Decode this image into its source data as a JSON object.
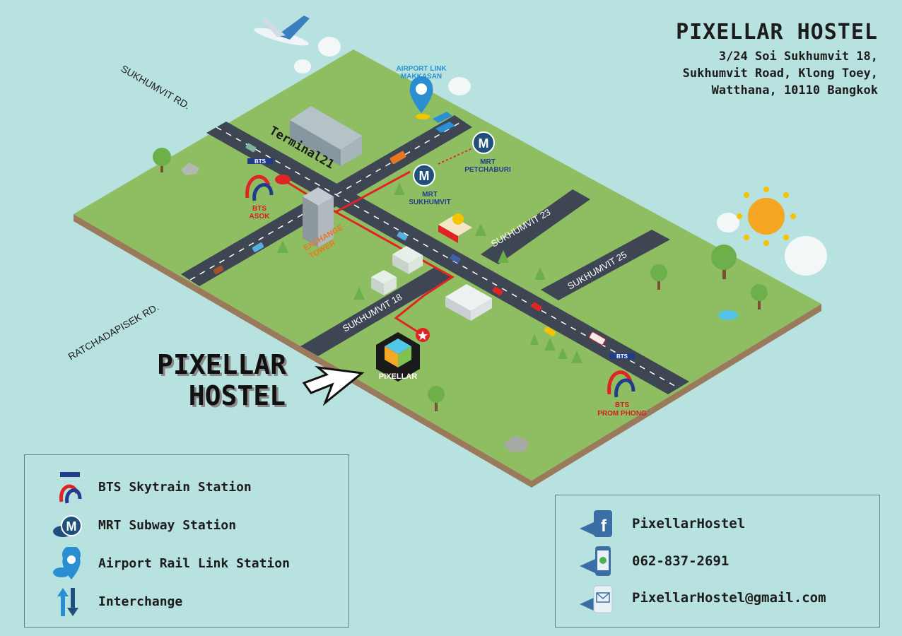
{
  "header": {
    "title": "PIXELLAR HOSTEL",
    "address_line1": "3/24 Soi Sukhumvit 18,",
    "address_line2": "Sukhumvit Road, Klong Toey,",
    "address_line3": "Watthana, 10110 Bangkok"
  },
  "map_labels": {
    "sukhumvit_rd": "SUKHUMVIT RD.",
    "ratchadapisek_rd": "RATCHADAPISEK RD.",
    "sukhumvit_23": "SUKHUMVIT 23",
    "sukhumvit_25": "SUKHUMVIT 25",
    "sukhumvit_18": "SUKHUMVIT 18",
    "terminal21": "Terminal21",
    "exchange_tower_1": "EXCHANGE",
    "exchange_tower_2": "TOWER",
    "bts_asok_1": "BTS",
    "bts_asok_2": "ASOK",
    "bts_prom_phong_1": "BTS",
    "bts_prom_phong_2": "PROM PHONG",
    "mrt_sukhumvit_1": "MRT",
    "mrt_sukhumvit_2": "SUKHUMVIT",
    "mrt_petchaburi_1": "MRT",
    "mrt_petchaburi_2": "PETCHABURI",
    "airport_link_1": "AIRPORT LINK",
    "airport_link_2": "MAKKASAN",
    "bts_logo_text": "BTS",
    "mrt_logo_text": "M",
    "pixellar_logo_text": "PIXELLAR"
  },
  "big_title": {
    "line1": "PIXELLAR",
    "line2": "HOSTEL"
  },
  "legend": {
    "items": [
      {
        "icon": "bts-icon",
        "label": "BTS Skytrain Station"
      },
      {
        "icon": "mrt-icon",
        "label": "MRT Subway Station"
      },
      {
        "icon": "airport-link-icon",
        "label": "Airport Rail Link Station"
      },
      {
        "icon": "interchange-icon",
        "label": "Interchange"
      }
    ]
  },
  "contact": {
    "facebook": "PixellarHostel",
    "phone": "062-837-2691",
    "email": "PixellarHostel@gmail.com"
  },
  "colors": {
    "background": "#b8e2e0",
    "ground": "#8fbe62",
    "ground_side": "#9a7a5a",
    "road": "#3e4654",
    "route": "#e02424",
    "bts_blue": "#1f3d8c",
    "bts_red": "#e02424",
    "mrt_blue": "#1f4f7a",
    "airport_blue": "#2a8fd0",
    "label_orange": "#e87722",
    "label_red": "#d42020"
  }
}
